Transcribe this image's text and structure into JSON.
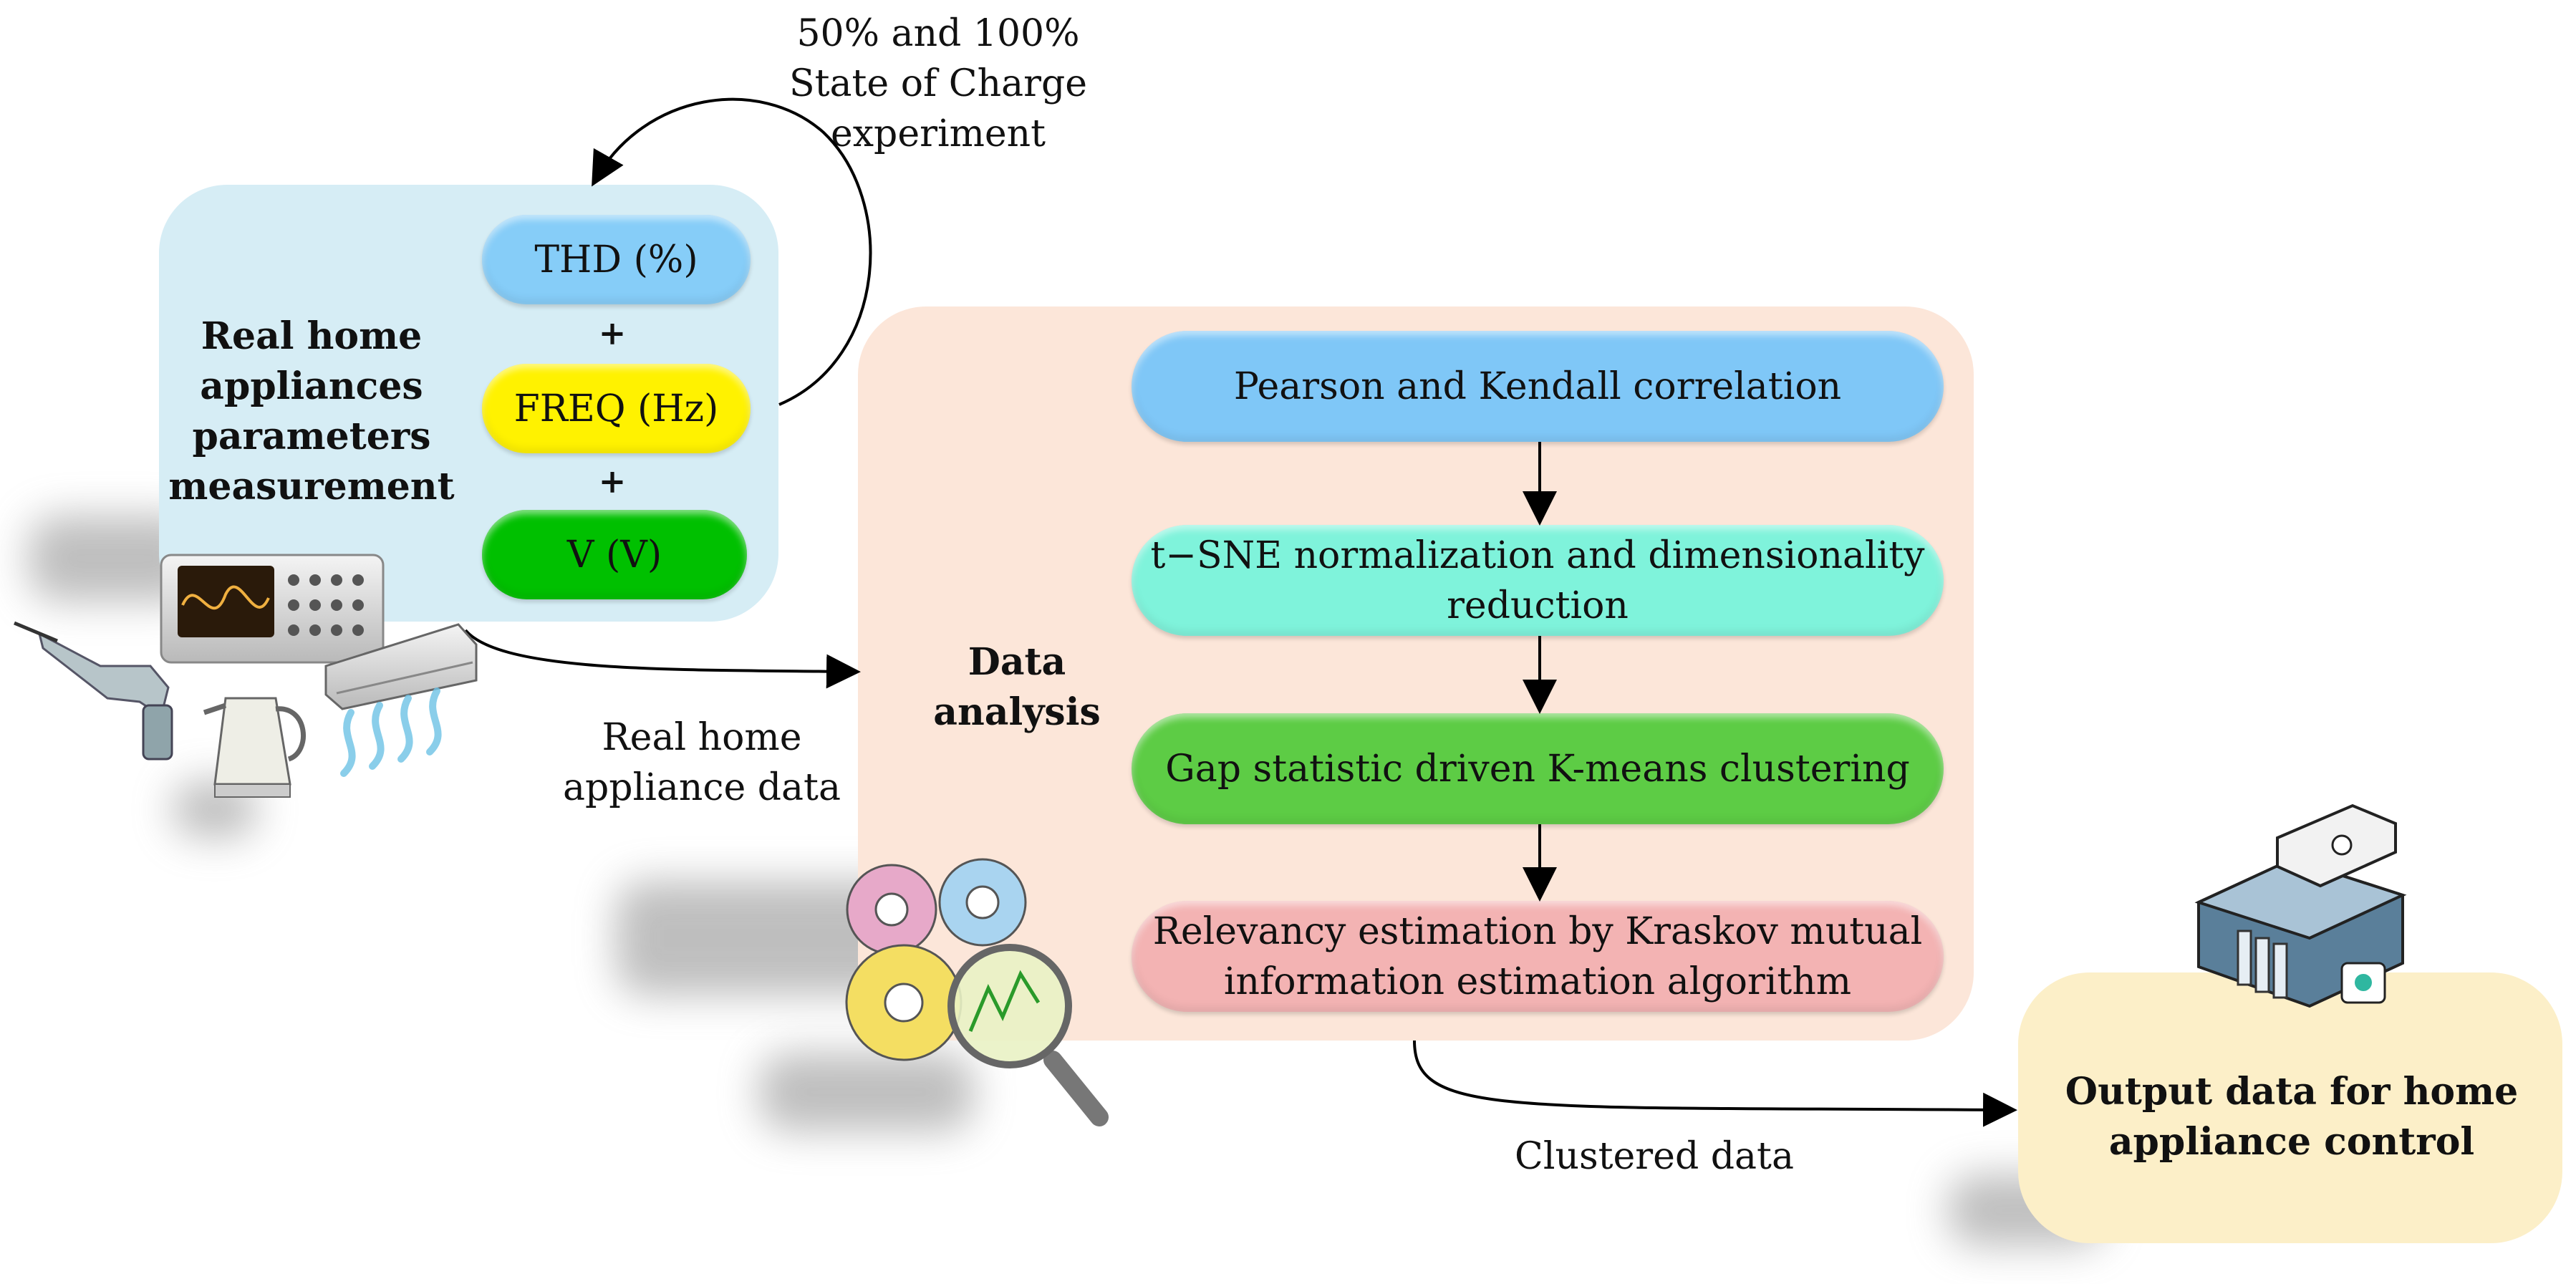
{
  "soc_experiment_label": "50% and 100%\nState of Charge\nexperiment",
  "measurement": {
    "title": "Real home\nappliances\nparameters\nmeasurement",
    "params": [
      "THD (%)",
      "FREQ (Hz)",
      "V (V)"
    ],
    "plus": "+",
    "colors": [
      "#86cdf8",
      "#fff200",
      "#00c000"
    ]
  },
  "real_data_label": "Real home\nappliance data",
  "analysis": {
    "title": "Data\nanalysis",
    "steps": [
      "Pearson and Kendall correlation",
      "t−SNE normalization and dimensionality\nreduction",
      "Gap statistic driven K-means clustering",
      "Relevancy estimation by Kraskov mutual\ninformation estimation algorithm"
    ],
    "colors": [
      "#7fc7f7",
      "#7ff3db",
      "#5dcc45",
      "#f3b3b3"
    ]
  },
  "clustered_label": "Clustered data",
  "output": {
    "title": "Output data for home\nappliance control"
  },
  "palette": {
    "measurement_bg": "#d6edf5",
    "analysis_bg": "#fce6d9",
    "output_bg": "#fcefc8"
  }
}
